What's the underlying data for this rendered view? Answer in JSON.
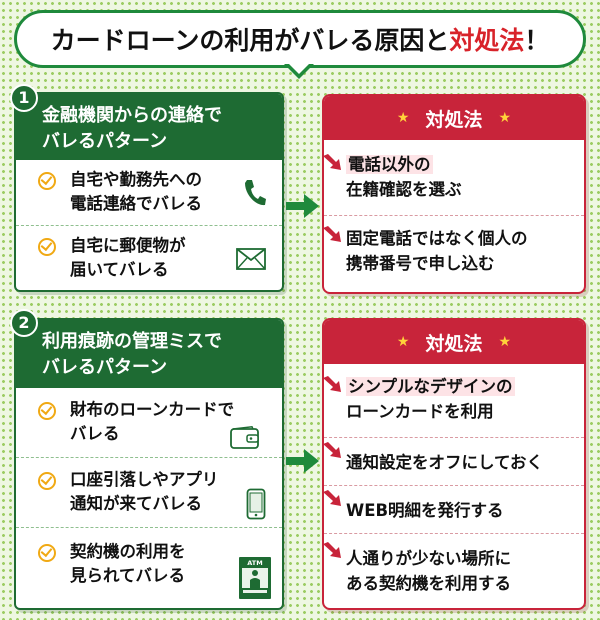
{
  "title": {
    "part1": "カードローンの利用がバレる原因と",
    "accent": "対処法",
    "suffix": "！"
  },
  "patterns": [
    {
      "number": "1",
      "heading": [
        "金融機関からの連絡で",
        "バレるパターン"
      ],
      "items": [
        {
          "lines": [
            "自宅や勤務先への",
            "電話連絡でバレる"
          ],
          "icon": "phone-icon"
        },
        {
          "lines": [
            "自宅に郵便物が",
            "届いてバレる"
          ],
          "icon": "envelope-icon"
        }
      ],
      "solution_heading": "対処法",
      "solutions": [
        {
          "lines": [
            "電話以外の",
            "在籍確認を選ぶ"
          ]
        },
        {
          "lines": [
            "固定電話ではなく個人の",
            "携帯番号で申し込む"
          ]
        }
      ]
    },
    {
      "number": "2",
      "heading": [
        "利用痕跡の管理ミスで",
        "バレるパターン"
      ],
      "items": [
        {
          "lines": [
            "財布のローンカードで",
            "バレる"
          ],
          "icon": "wallet-icon"
        },
        {
          "lines": [
            "口座引落しやアプリ",
            "通知が来てバレる"
          ],
          "icon": "smartphone-icon"
        },
        {
          "lines": [
            "契約機の利用を",
            "見られてバレる"
          ],
          "icon": "atm-machine-icon",
          "icon_text": "ATM"
        }
      ],
      "solution_heading": "対処法",
      "solutions": [
        {
          "lines": [
            "シンプルなデザインの",
            "ローンカードを利用"
          ]
        },
        {
          "lines": [
            "通知設定をオフにしておく"
          ]
        },
        {
          "lines": [
            "WEB明細を発行する"
          ]
        },
        {
          "lines": [
            "人通りが少ない場所に",
            "ある契約機を利用する"
          ]
        }
      ]
    }
  ],
  "colors": {
    "pattern_green": "#1e6b33",
    "accent_red": "#c8243a",
    "check_orange": "#f0a914",
    "arrow_green": "#1f8a3c",
    "highlight_pink": "#fde3e6"
  }
}
